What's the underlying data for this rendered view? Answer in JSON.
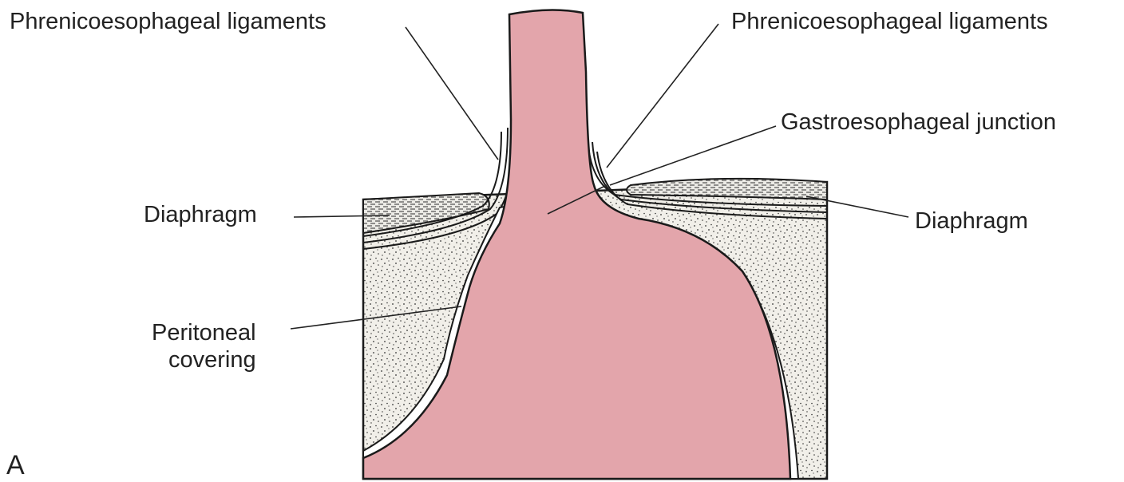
{
  "labels": {
    "phrenicoesophageal_left": "Phrenicoesophageal ligaments",
    "phrenicoesophageal_right": "Phrenicoesophageal ligaments",
    "gastroesophageal_junction": "Gastroesophageal junction",
    "diaphragm_left": "Diaphragm",
    "diaphragm_right": "Diaphragm",
    "peritoneal_line1": "Peritoneal",
    "peritoneal_line2": "covering",
    "panel_letter": "A"
  },
  "colors": {
    "esophagus_stomach": "#e3a5ab",
    "peritoneal_fill": "#f1efe9",
    "outline": "#1a1a1a",
    "label_text": "#222222"
  }
}
